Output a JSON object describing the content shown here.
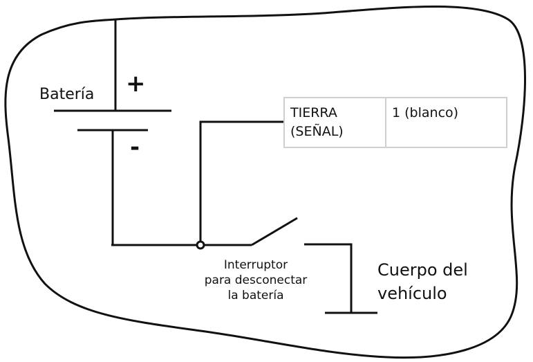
{
  "labels": {
    "battery": "Batería",
    "plus": "+",
    "minus": "-",
    "switch_line1": "Interruptor",
    "switch_line2": "para desconectar",
    "switch_line3": "la batería",
    "body_line1": "Cuerpo del",
    "body_line2": "vehículo"
  },
  "signal_table": {
    "name_line1": "TIERRA",
    "name_line2": "(SEÑAL)",
    "value": "1 (blanco)"
  },
  "colors": {
    "line": "#111111",
    "table_border": "#cfcfcf",
    "background": "#ffffff"
  }
}
